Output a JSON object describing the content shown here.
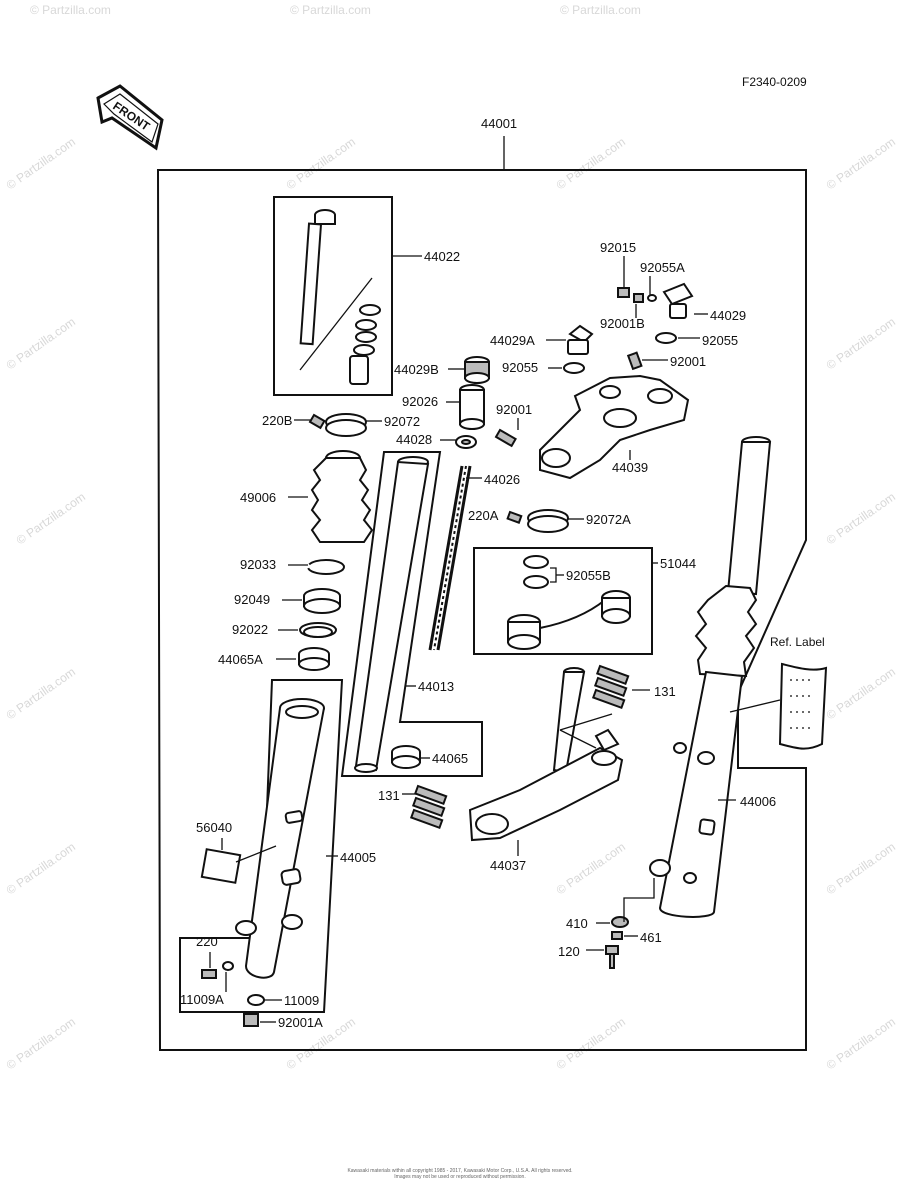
{
  "figure_code": "F2340-0209",
  "front_badge": "FRONT",
  "watermark_text": "© Partzilla.com",
  "ref_label": "Ref. Label",
  "copyright_lines": [
    "Kawasaki materials within all copyright 1985 - 2017, Kawasaki Motor Corp., U.S.A. All rights reserved.",
    "Images may not be used or reproduced without permission."
  ],
  "parts": {
    "p44001": "44001",
    "p44022": "44022",
    "p92015": "92015",
    "p92055A": "92055A",
    "p44029": "44029",
    "p92001B": "92001B",
    "p92055": "92055",
    "p44029A": "44029A",
    "p92055b": "92055",
    "p92001": "92001",
    "p44029B": "44029B",
    "p92026": "92026",
    "p92001b": "92001",
    "p220B": "220B",
    "p92072": "92072",
    "p44028": "44028",
    "p44039": "44039",
    "p44026": "44026",
    "p49006": "49006",
    "p220A": "220A",
    "p92072A": "92072A",
    "p92033": "92033",
    "p51044": "51044",
    "p92055B": "92055B",
    "p92049": "92049",
    "p92022": "92022",
    "p44065A": "44065A",
    "p44013": "44013",
    "p131a": "131",
    "p44065": "44065",
    "p131b": "131",
    "p56040": "56040",
    "p44005": "44005",
    "p44006": "44006",
    "p44037": "44037",
    "p410": "410",
    "p461": "461",
    "p220": "220",
    "p120": "120",
    "p11009A": "11009A",
    "p11009": "11009",
    "p92001A": "92001A"
  }
}
